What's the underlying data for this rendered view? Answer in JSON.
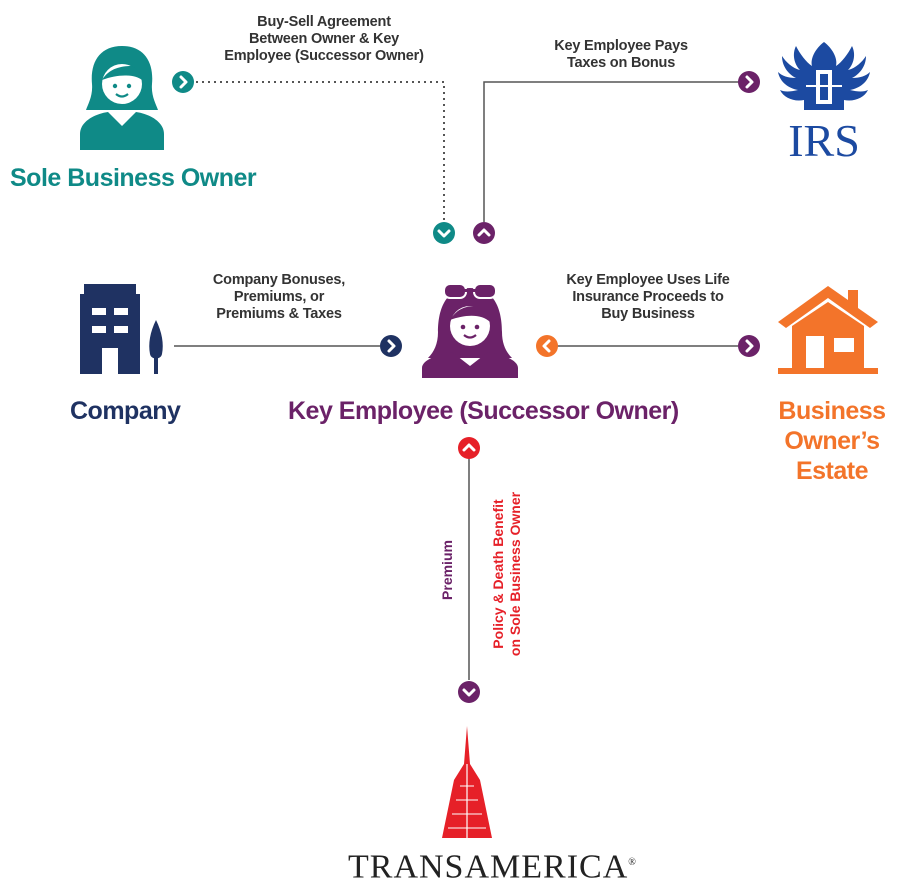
{
  "colors": {
    "teal": "#0f8a87",
    "navy": "#1f3262",
    "purple": "#6b2268",
    "orange": "#f3742a",
    "red": "#e62028",
    "irs": "#1c4aa1",
    "gray": "#555555"
  },
  "nodes": {
    "sole_owner": {
      "label": "Sole Business Owner",
      "icon": "person-icon"
    },
    "company": {
      "label": "Company",
      "icon": "office-building-icon"
    },
    "key_employee": {
      "label": "Key Employee (Successor Owner)",
      "icon": "person-sunglasses-icon"
    },
    "estate": {
      "label_line1": "Business",
      "label_line2": "Owner’s Estate",
      "icon": "house-icon"
    },
    "irs": {
      "label": "IRS",
      "icon": "irs-eagle-logo"
    },
    "insurer": {
      "label": "TRANSAMERICA",
      "icon": "pyramid-logo"
    }
  },
  "flows": {
    "buy_sell": {
      "line1": "Buy-Sell Agreement",
      "line2": "Between Owner & Key",
      "line3": "Employee (Successor Owner)"
    },
    "taxes": {
      "line1": "Key Employee Pays",
      "line2": "Taxes on Bonus"
    },
    "bonuses": {
      "line1": "Company Bonuses,",
      "line2": "Premiums, or",
      "line3": "Premiums & Taxes"
    },
    "proceeds": {
      "line1": "Key Employee Uses Life",
      "line2": "Insurance Proceeds to",
      "line3": "Buy Business"
    },
    "premium": {
      "label": "Premium"
    },
    "policy": {
      "line1": "Policy & Death Benefit",
      "line2": "on Sole Business Owner"
    }
  }
}
